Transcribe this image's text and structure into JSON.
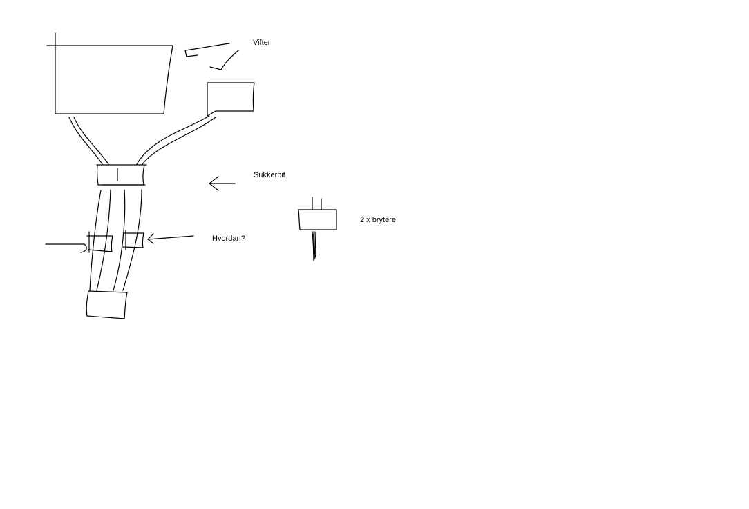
{
  "labels": {
    "vifter": "Vifter",
    "sukkerbit": "Sukkerbit",
    "brytere": "2 x brytere",
    "hvordan": "Hvordan?"
  },
  "colors": {
    "background": "#ffffff",
    "stroke": "#000000"
  }
}
